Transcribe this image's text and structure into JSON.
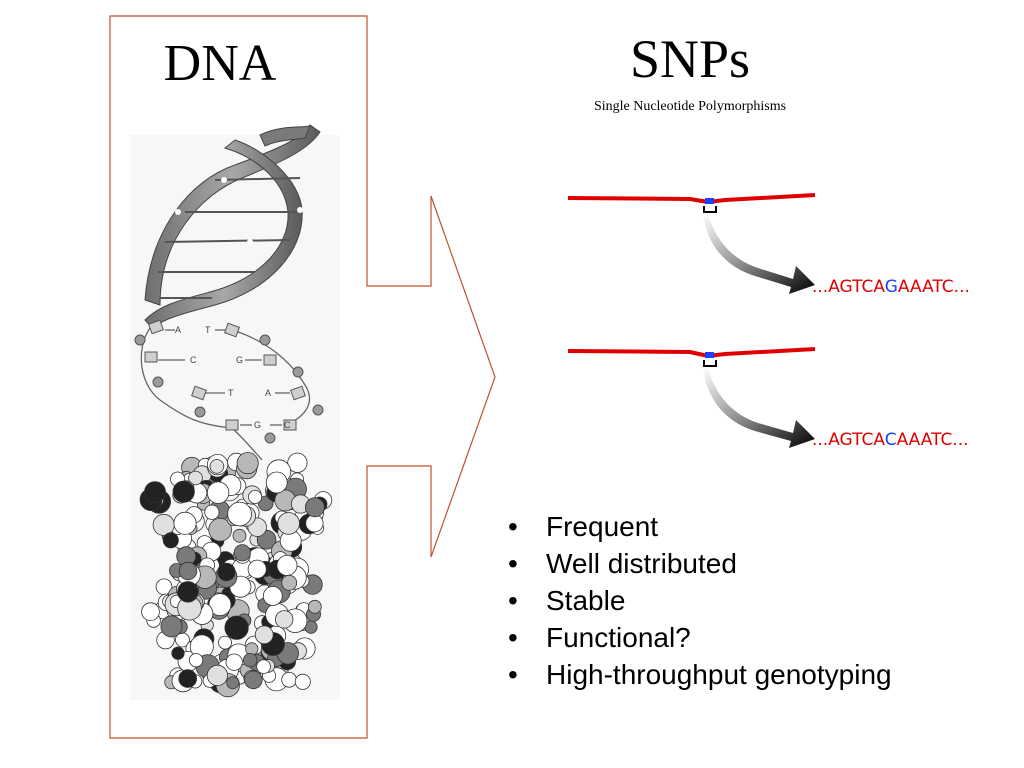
{
  "left_panel": {
    "title": "DNA",
    "border_color": "#c0502a",
    "helix_labels": [
      "A",
      "T",
      "C",
      "G",
      "T",
      "A",
      "G",
      "C"
    ]
  },
  "right_panel": {
    "title": "SNPs",
    "subtitle": "Single Nucleotide Polymorphisms",
    "strand_color": "#e00000",
    "snp_color": "#1e40ff",
    "sequences": [
      {
        "prefix": "...AGTCA",
        "snp": "G",
        "suffix": "AAATC..."
      },
      {
        "prefix": "...AGTCA",
        "snp": "C",
        "suffix": "AAATC..."
      }
    ]
  },
  "bullets": {
    "marker": "•",
    "items": [
      "Frequent",
      "Well distributed",
      "Stable",
      "Functional?",
      "High-throughput genotyping"
    ]
  }
}
